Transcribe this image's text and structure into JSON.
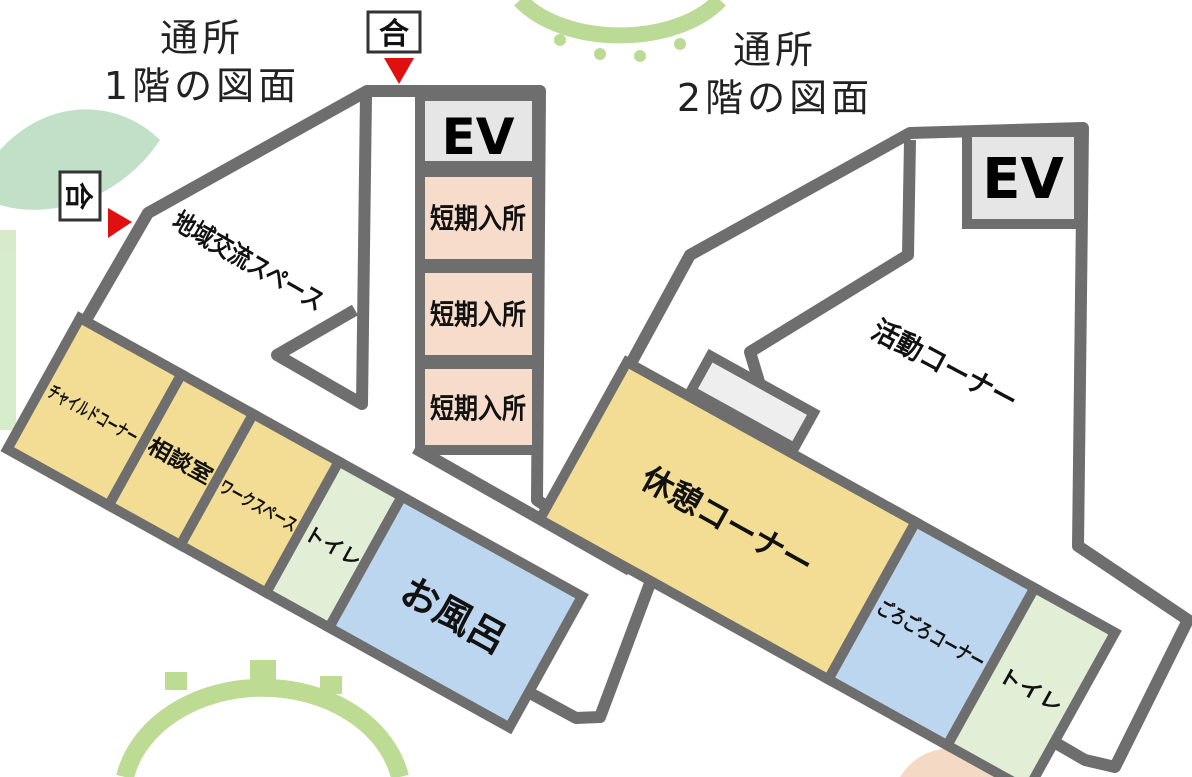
{
  "floor1": {
    "title_line1": "通所",
    "title_line2": "1階の図面",
    "entrance_sign": "合",
    "elevator": "EV",
    "short_stay_rooms": [
      "短期入所",
      "短期入所",
      "短期入所"
    ],
    "community_space": "地域交流スペース",
    "child_corner": "チャイルドコーナー",
    "consultation_room": "相談室",
    "work_space": "ワークスペース",
    "toilet": "トイレ",
    "bath": "お風呂"
  },
  "floor2": {
    "title_line1": "通所",
    "title_line2": "2階の図面",
    "elevator": "EV",
    "activity_corner": "活動コーナー",
    "rest_corner": "休憩コーナー",
    "lounge_corner": "ごろごろコーナー",
    "toilet": "トイレ"
  },
  "colors": {
    "wall": "#6e6e6e",
    "yellow_room": "#f3dc94",
    "pink_room": "#f8dccb",
    "green_room": "#e2efd6",
    "blue_room": "#bcd6ef",
    "elevator_fill": "#e6e6e6",
    "arrow": "#e01010",
    "decor_green": "#9fcb6a"
  }
}
